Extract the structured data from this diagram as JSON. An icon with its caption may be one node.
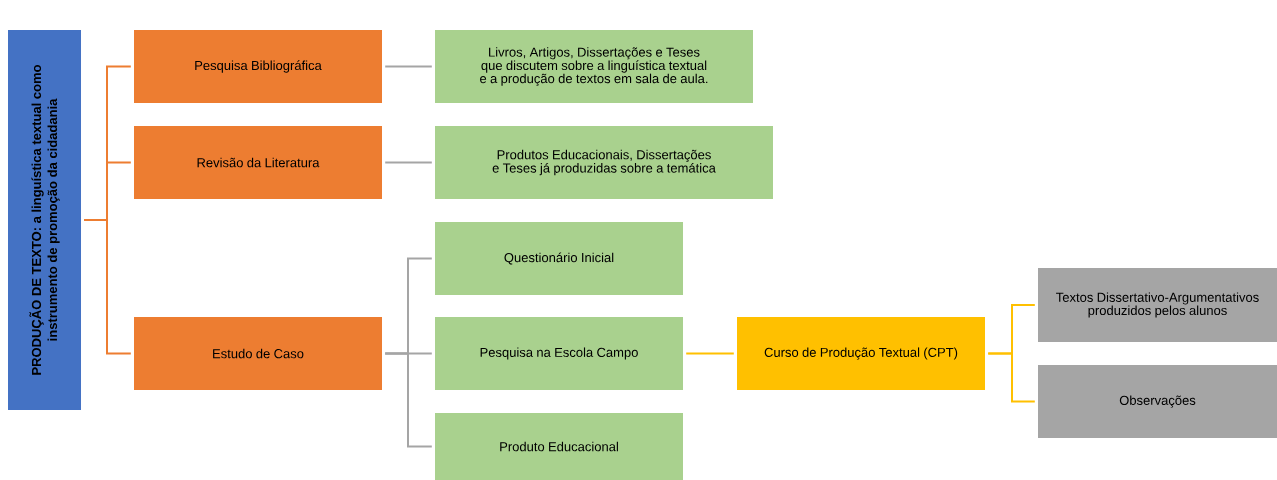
{
  "diagram": {
    "nodes": [
      {
        "text": [
          "PRODUÇÃO DE TEXTO: a linguística textual como instrumento de promoção da cidadania"
        ]
      },
      {
        "text": [
          "Pesquisa Bibliográfica"
        ]
      },
      {
        "text": [
          "Revisão da Literatura"
        ]
      },
      {
        "text": [
          "Estudo de Caso"
        ]
      },
      {
        "text": [
          "Livros, Artigos, Dissertações e Teses que discutem sobre a linguística textual e a produção de textos em sala de aula."
        ]
      },
      {
        "text": [
          "Produtos Educacionais, Dissertações e Teses já produzidas sobre a temática"
        ]
      },
      {
        "text": [
          "Questionário Inicial"
        ]
      },
      {
        "text": [
          "Pesquisa na Escola Campo"
        ]
      },
      {
        "text": [
          "Produto Educacional"
        ]
      },
      {
        "text": [
          "Curso de Produção Textual (CPT)"
        ]
      },
      {
        "text": [
          "Textos Dissertativo-Argumentativos produzidos pelos alunos"
        ]
      },
      {
        "text": [
          "Observações"
        ]
      }
    ],
    "edges": [
      {
        "from": 0,
        "to": 1,
        "arrow": "none",
        "color": "#ed7d31"
      },
      {
        "from": 0,
        "to": 2,
        "arrow": "none",
        "color": "#ed7d31"
      },
      {
        "from": 0,
        "to": 3,
        "arrow": "none",
        "color": "#ed7d31"
      },
      {
        "from": 1,
        "to": 4,
        "arrow": "none"
      },
      {
        "from": 2,
        "to": 5,
        "arrow": "none"
      },
      {
        "from": 3,
        "to": 6,
        "arrow": "none"
      },
      {
        "from": 3,
        "to": 7,
        "arrow": "none"
      },
      {
        "from": 3,
        "to": 8,
        "arrow": "none"
      },
      {
        "from": 7,
        "to": 9,
        "arrow": "none",
        "color": "#ffc000"
      },
      {
        "from": 9,
        "to": 10,
        "arrow": "none",
        "color": "#ffc000"
      },
      {
        "from": 9,
        "to": 11,
        "arrow": "none",
        "color": "#ffc000"
      }
    ]
  }
}
